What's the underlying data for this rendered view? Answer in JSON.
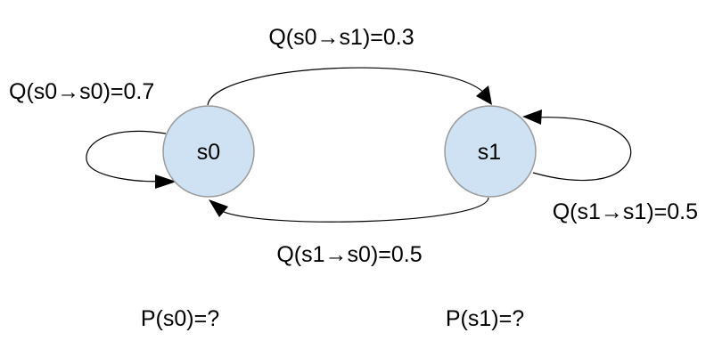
{
  "states": {
    "s0": {
      "label": "s0"
    },
    "s1": {
      "label": "s1"
    }
  },
  "transitions": {
    "s0_to_s1": {
      "label": "Q(s0→s1)=0.3"
    },
    "s0_to_s0": {
      "label": "Q(s0→s0)=0.7"
    },
    "s1_to_s1": {
      "label": "Q(s1→s1)=0.5"
    },
    "s1_to_s0": {
      "label": "Q(s1→s0)=0.5"
    }
  },
  "probabilities": {
    "p_s0": "P(s0)=?",
    "p_s1": "P(s1)=?"
  },
  "colors": {
    "state_fill": "#cfe2f3",
    "state_stroke": "#9a9a9a"
  }
}
